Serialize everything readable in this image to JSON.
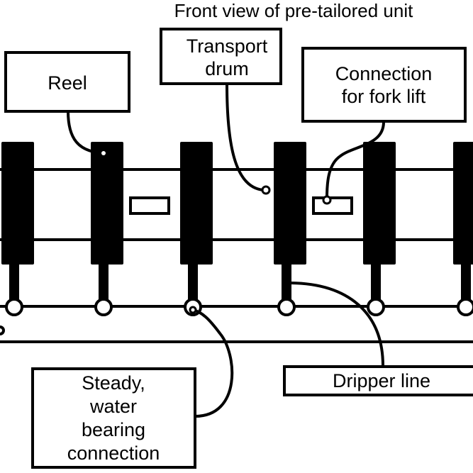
{
  "title": "Front view of pre-tailored unit",
  "labels": {
    "reel": "Reel",
    "transport_drum": [
      "Transport",
      "drum"
    ],
    "fork_lift": [
      "Connection",
      "for fork lift"
    ],
    "steady": [
      "Steady,",
      "water",
      "bearing",
      "connection"
    ],
    "dripper": "Dripper line"
  },
  "colors": {
    "line": "#000000",
    "background": "#ffffff"
  }
}
